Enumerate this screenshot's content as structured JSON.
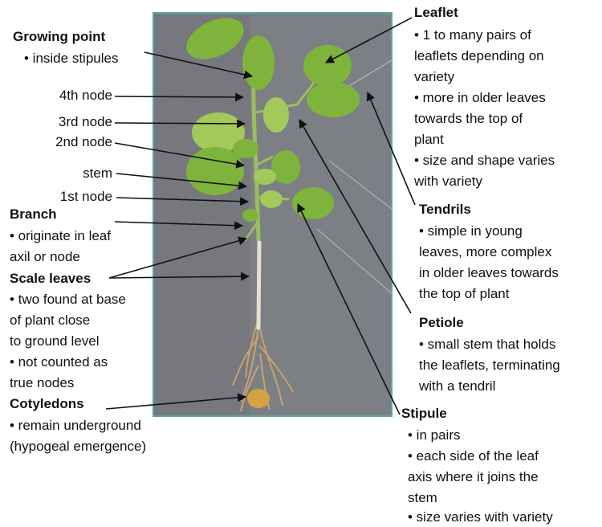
{
  "left_labels": {
    "growing_point": {
      "title": "Growing point",
      "note": "• inside stipules"
    },
    "node_4": "4th node",
    "node_3": "3rd node",
    "node_2": "2nd node",
    "stem": "stem",
    "node_1": "1st node",
    "branch": {
      "title": "Branch",
      "lines": [
        "• originate in leaf",
        "axil or node"
      ]
    },
    "scale_leaves": {
      "title": "Scale leaves",
      "lines": [
        "• two found at base",
        "of plant close",
        "to ground level",
        "• not counted as",
        "true nodes"
      ]
    },
    "cotyledons": {
      "title": "Cotyledons",
      "lines": [
        "• remain underground",
        "(hypogeal emergence)"
      ]
    }
  },
  "right_labels": {
    "leaflet": {
      "title": "Leaflet",
      "lines": [
        "• 1 to many pairs of",
        "leaflets depending on",
        "variety",
        "• more in older leaves",
        "towards the top of",
        "plant",
        "• size and shape varies",
        "with variety"
      ]
    },
    "tendrils": {
      "title": "Tendrils",
      "lines": [
        "• simple in young",
        "leaves, more complex",
        "in older leaves towards",
        "the top of plant"
      ]
    },
    "petiole": {
      "title": "Petiole",
      "lines": [
        "• small stem that holds",
        "the leaflets, terminating",
        "with a tendril"
      ]
    },
    "stipule": {
      "title": "Stipule",
      "lines": [
        "• in pairs",
        "• each side of the leaf",
        "axis where it joins the",
        "stem",
        "• size varies with variety"
      ]
    }
  },
  "colors": {
    "background": "#ffffff",
    "photo_background": "#7c7f84",
    "photo_border": "#5aa6a8",
    "leaf": "#7fb43c",
    "leaf_light": "#a3c95a",
    "stem": "#9bbd63",
    "lower_stem": "#e6e2cf",
    "root": "#c9a271",
    "seed": "#d4a243",
    "arrow": "#111111"
  }
}
